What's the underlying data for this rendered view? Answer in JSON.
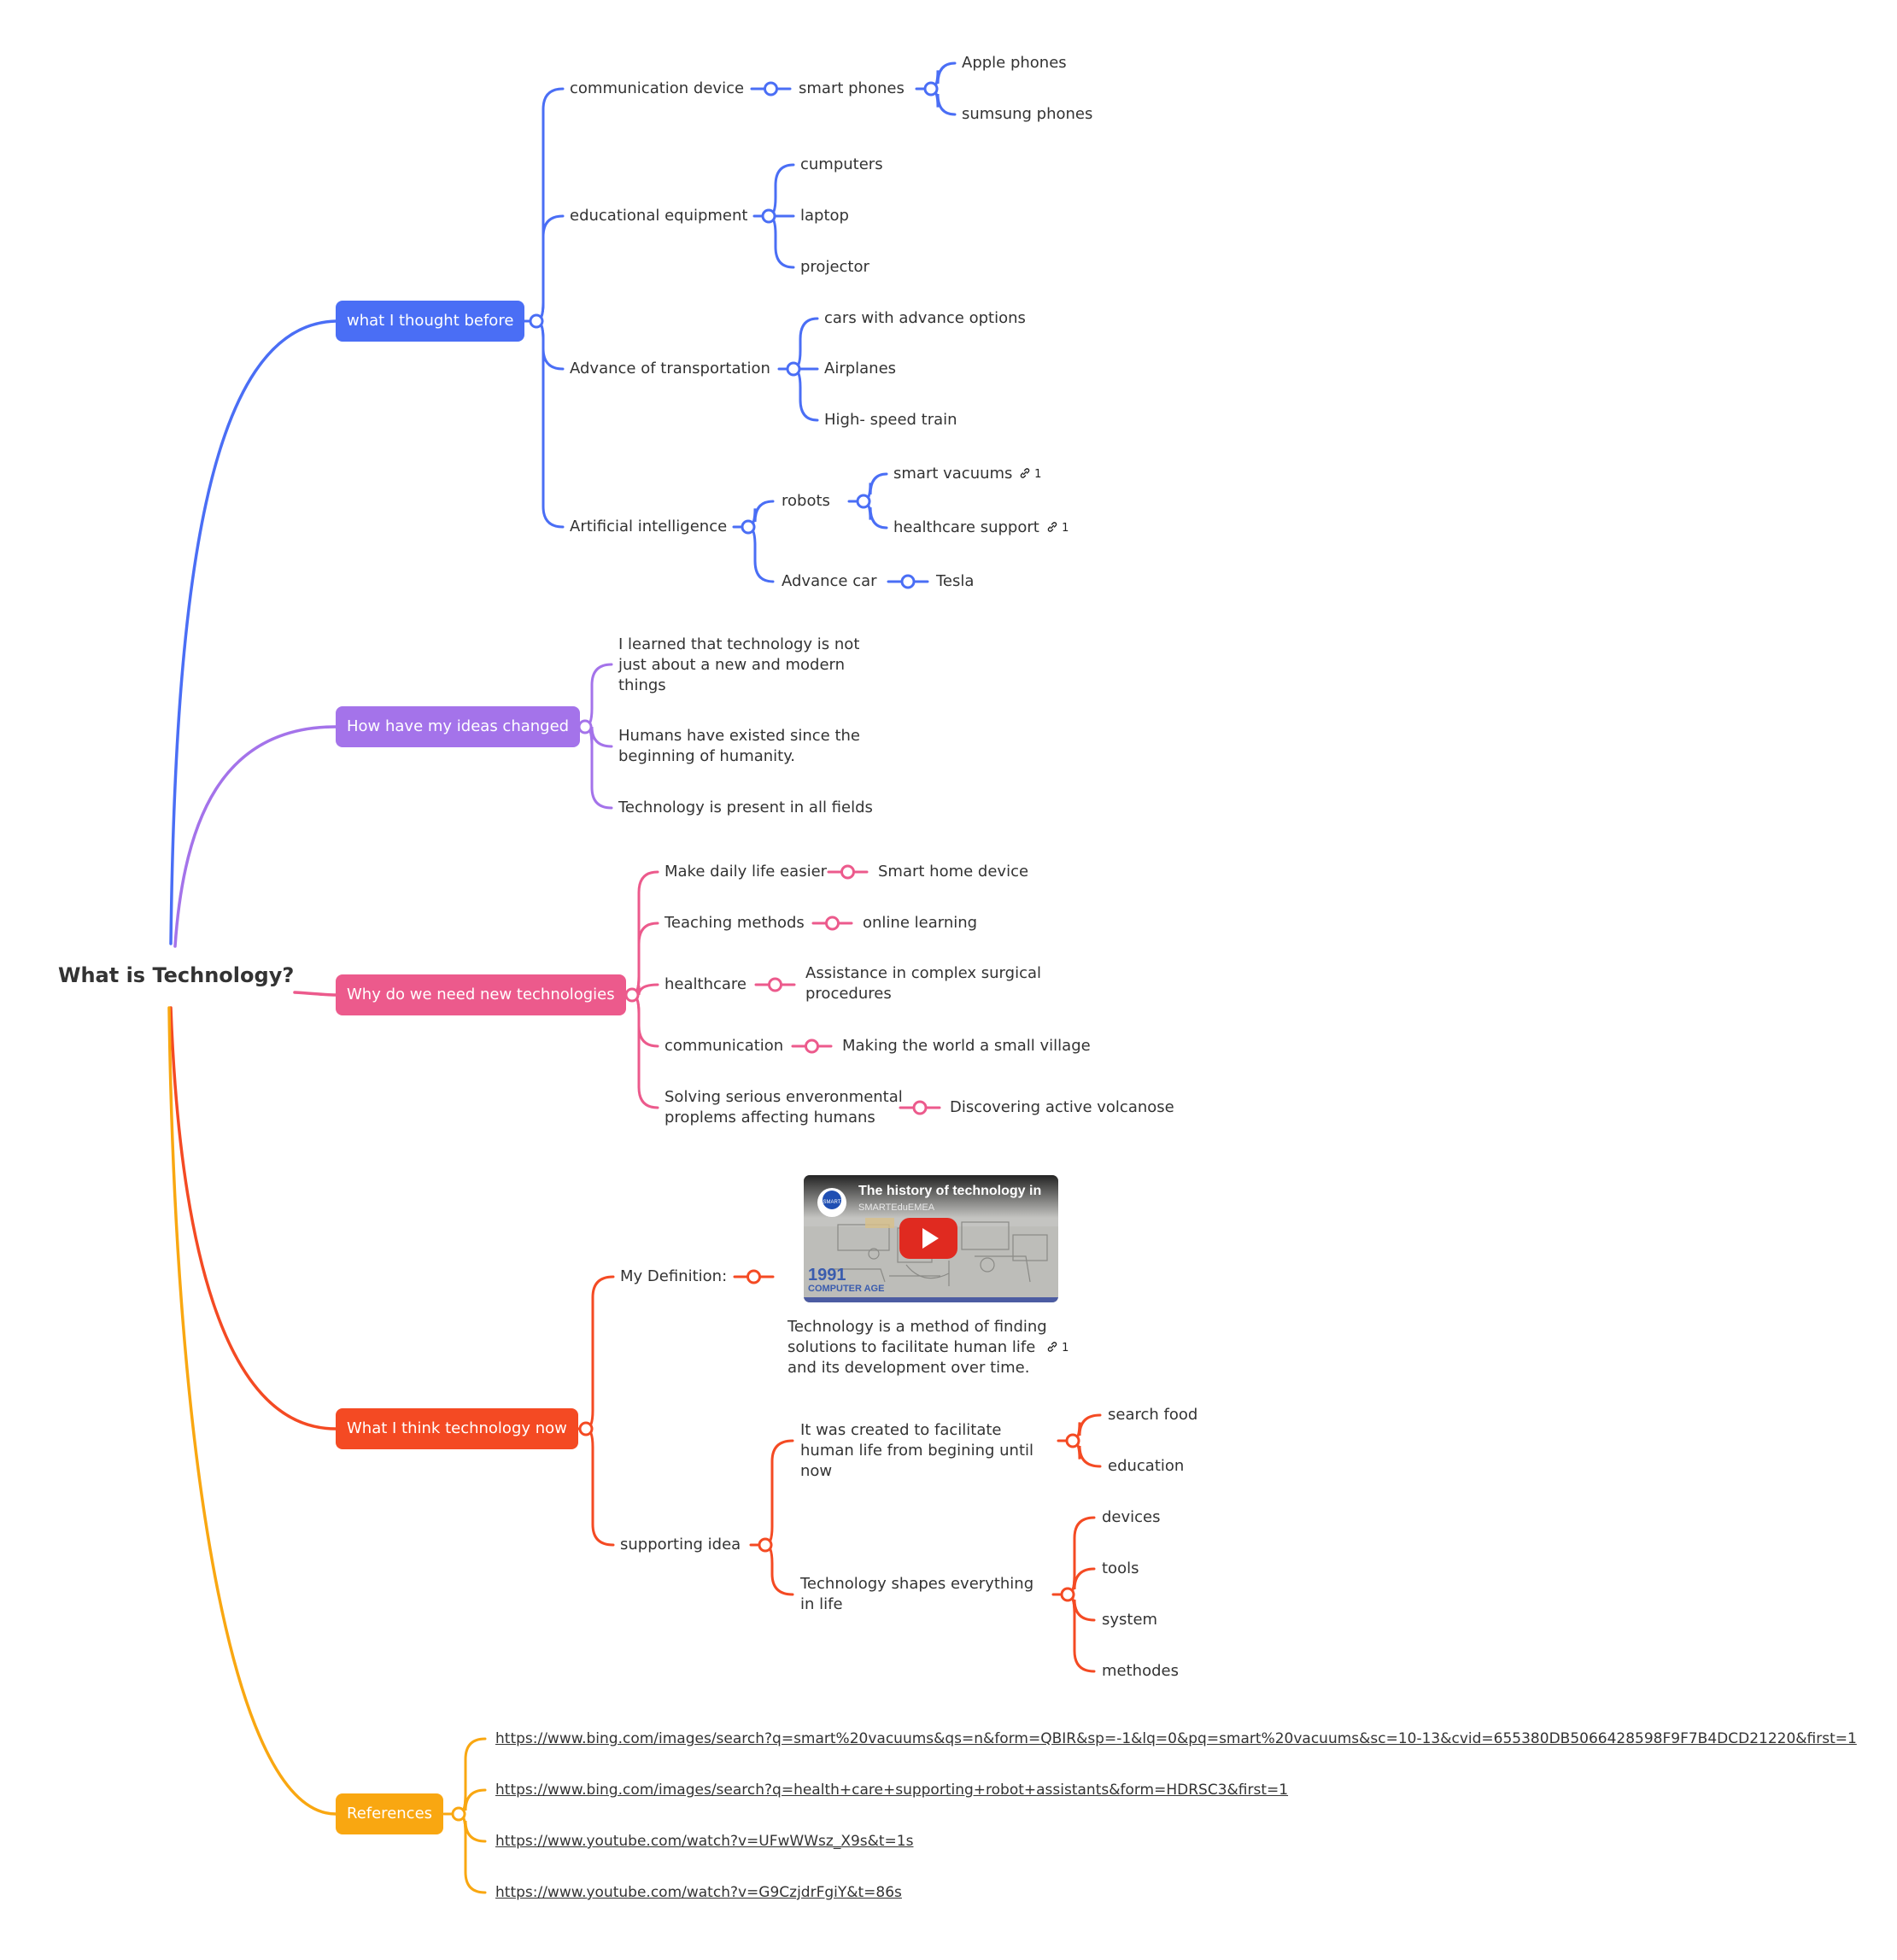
{
  "root": {
    "title": "What is Technology?"
  },
  "colors": {
    "blue": "#4a6ef5",
    "purple": "#a473ea",
    "pink": "#ec5a8c",
    "red": "#f44a23",
    "orange": "#f9a711"
  },
  "branches": {
    "thought_before": {
      "label": "what I thought before",
      "communication_device": {
        "label": "communication device",
        "smart_phones": "smart phones",
        "apple": "Apple phones",
        "samsung": "sumsung phones"
      },
      "educational_equipment": {
        "label": "educational equipment",
        "computers": "cumputers",
        "laptop": "laptop",
        "projector": "projector"
      },
      "transportation": {
        "label": "Advance of transportation",
        "cars": "cars with advance options",
        "airplanes": "Airplanes",
        "train": "High- speed train"
      },
      "ai": {
        "label": "Artificial intelligence",
        "robots": "robots",
        "vacuums": "smart vacuums",
        "vacuums_links": "1",
        "healthcare": "healthcare support",
        "healthcare_links": "1",
        "advance_car": "Advance car",
        "tesla": "Tesla"
      }
    },
    "ideas_changed": {
      "label": "How have my ideas changed",
      "item1": "I learned that  technology is not just about a new and modern things",
      "item2": "Humans have existed since the beginning of humanity.",
      "item3": "Technology is present in all fields"
    },
    "why_need": {
      "label": "Why do we need new technologies",
      "daily": "Make daily life easier",
      "daily_child": "Smart home device",
      "teaching": "Teaching methods",
      "teaching_child": "online learning",
      "healthcare": "healthcare",
      "healthcare_child": "Assistance in complex surgical procedures",
      "communication": "communication",
      "communication_child": "Making the world a small village",
      "environment": "Solving serious enveronmental proplems affecting humans",
      "environment_child": "Discovering active volcanose"
    },
    "think_now": {
      "label": "What I think technology now",
      "definition": {
        "label": "My Definition:",
        "video_title": "The history of technology in",
        "video_channel": "SMARTEduEMEA",
        "video_caption": "1991",
        "video_caption2": "COMPUTER AGE",
        "text": "Technology is a method of finding solutions to facilitate human life and its development over time.",
        "links": "1"
      },
      "supporting": {
        "label": "supporting idea",
        "idea1": "It was created to facilitate human life from begining until now",
        "idea1_children": [
          "search food",
          "education"
        ],
        "idea2": "Technology shapes everything in life",
        "idea2_children": [
          "devices",
          "tools",
          "system",
          "methodes"
        ]
      }
    },
    "references": {
      "label": "References",
      "urls": [
        "https://www.bing.com/images/search?q=smart%20vacuums&qs=n&form=QBIR&sp=-1&lq=0&pq=smart%20vacuums&sc=10-13&cvid=655380DB5066428598F9F7B4DCD21220&first=1",
        "https://www.bing.com/images/search?q=health+care+supporting+robot+assistants&form=HDRSC3&first=1",
        "https://www.youtube.com/watch?v=UFwWWsz_X9s&t=1s",
        "https://www.youtube.com/watch?v=G9CzjdrFgiY&t=86s"
      ]
    }
  }
}
